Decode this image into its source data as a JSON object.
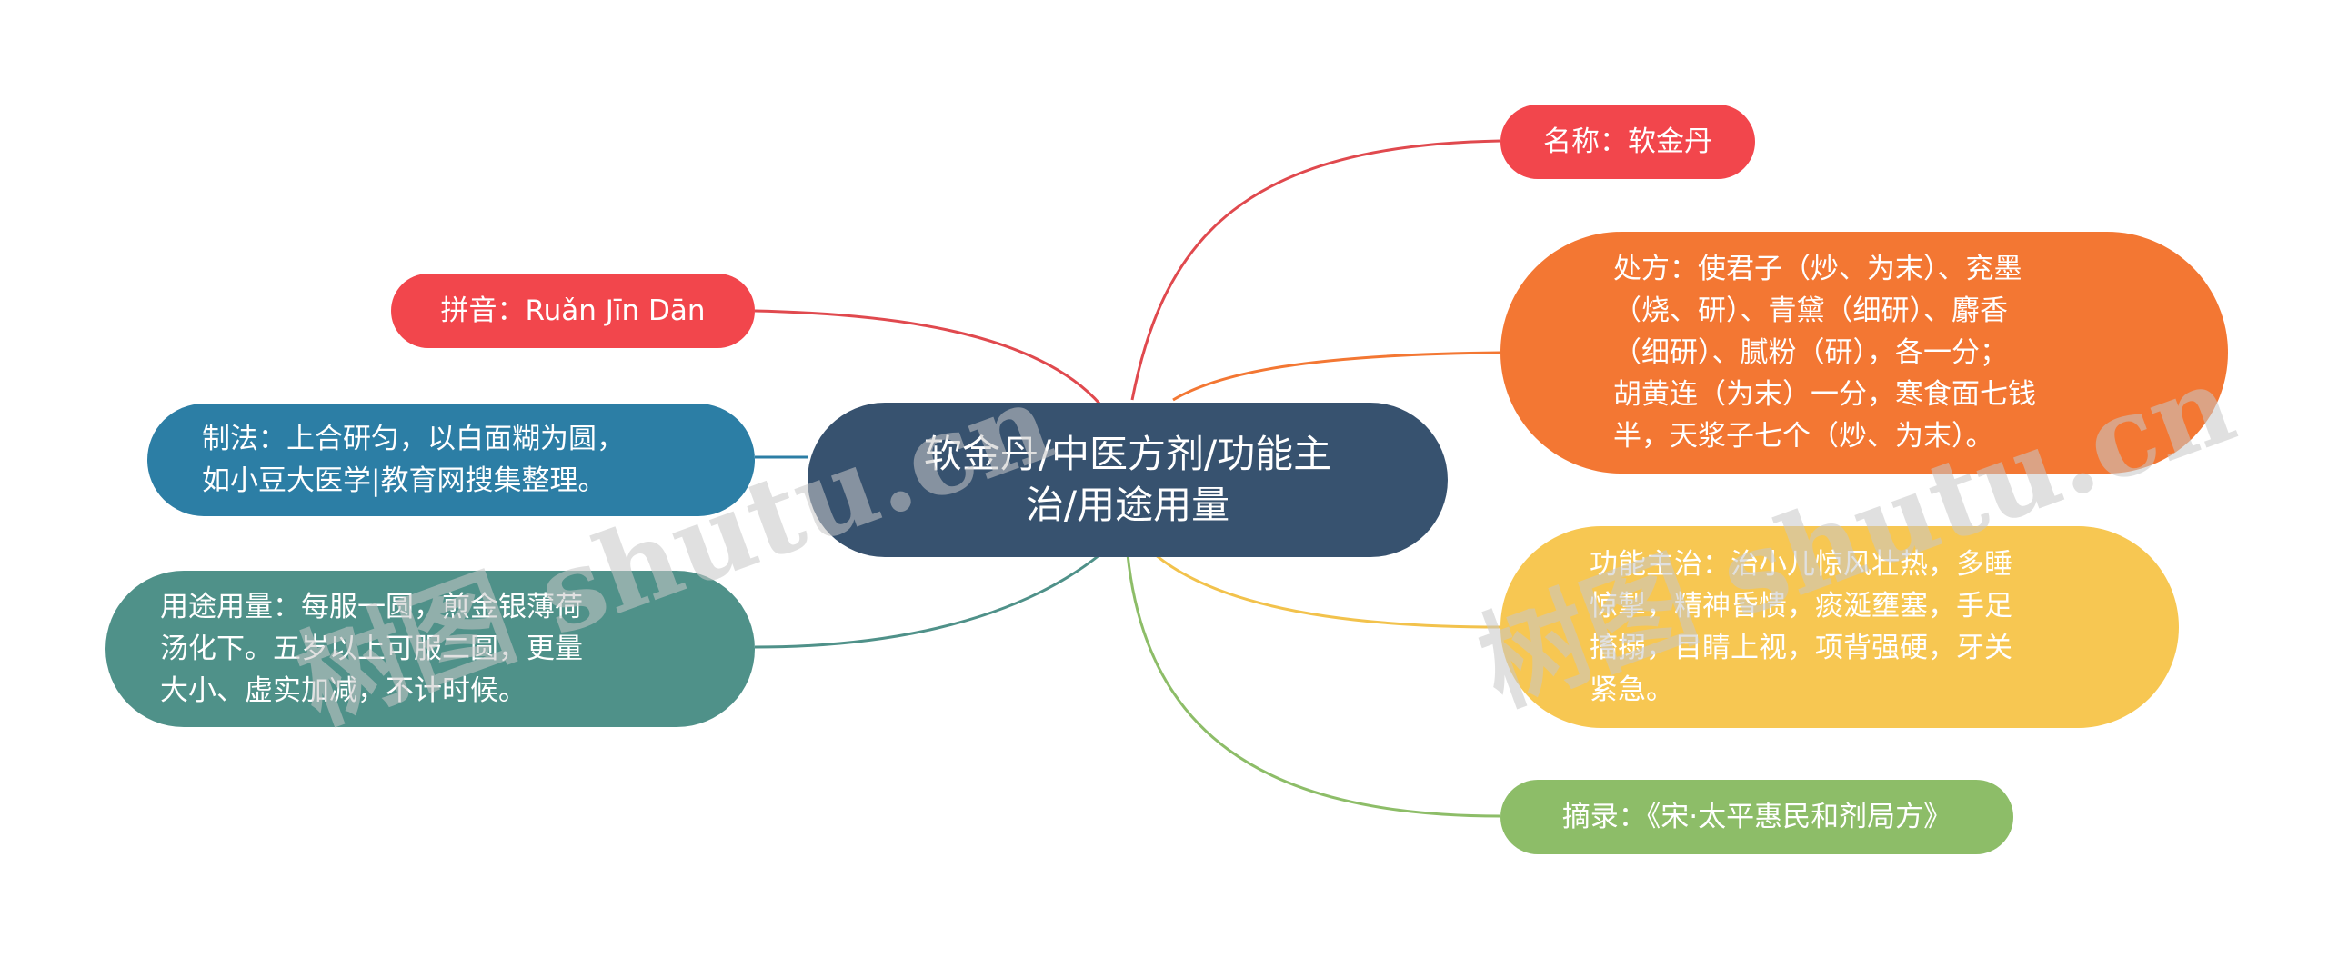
{
  "center": {
    "text": "软金丹/中医方剂/功能主\n治/用途用量",
    "color": "#37526f"
  },
  "nodes": {
    "pinyin": {
      "text": "拼音：Ruǎn Jīn Dān",
      "color": "#f2464c"
    },
    "method": {
      "text": "制法：上合研匀，以白面糊为圆，\n如小豆大医学|教育网搜集整理。",
      "color": "#2c7ea5"
    },
    "usage": {
      "text": "用途用量：每服一圆，煎金银薄荷\n汤化下。五岁以上可服二圆，更量\n大小、虚实加减，不计时候。",
      "color": "#4f9189"
    },
    "name": {
      "text": "名称：软金丹",
      "color": "#f2464c"
    },
    "formula": {
      "text": "处方：使君子（炒、为末）、兖墨\n（烧、研）、青黛（细研）、麝香\n（细研）、腻粉（研），各一分；\n胡黄连（为末）一分，寒食面七钱\n半，天浆子七个（炒、为末）。",
      "color": "#f37733"
    },
    "effect": {
      "text": "功能主治：治小儿惊风壮热，多睡\n惊掣，精神昏愦，痰涎壅塞，手足\n搐搦，目睛上视，项背强硬，牙关\n紧急。",
      "color": "#f7c752"
    },
    "source": {
      "text": "摘录：《宋·太平惠民和剂局方》",
      "color": "#8dbd68"
    }
  },
  "watermark": "树图 shutu.cn"
}
